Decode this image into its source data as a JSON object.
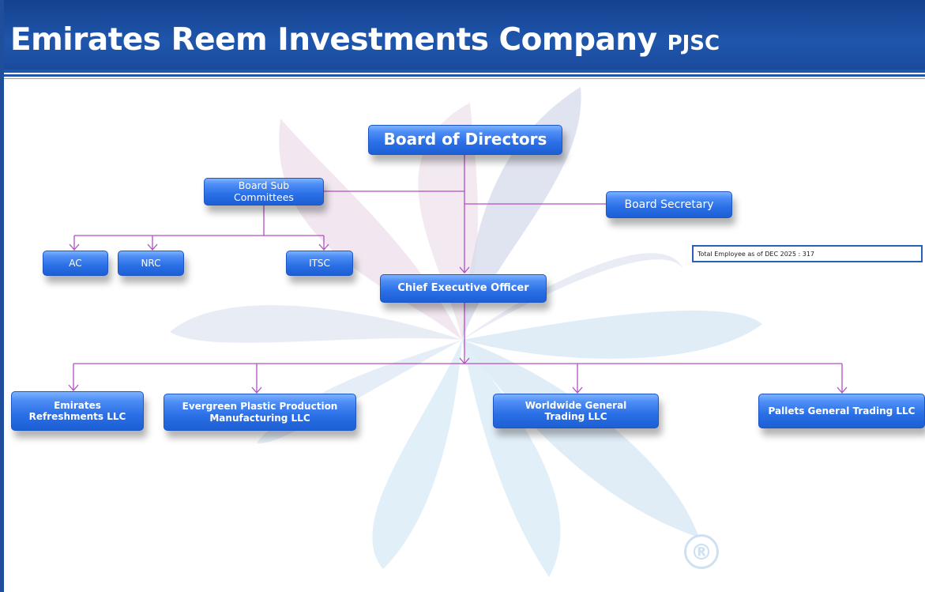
{
  "header": {
    "title_main": "Emirates Reem Investments Company",
    "title_suffix": "PJSC"
  },
  "org": {
    "board": "Board of Directors",
    "sub_committees": "Board Sub Committees",
    "secretary": "Board Secretary",
    "committees": [
      "AC",
      "NRC",
      "ITSC"
    ],
    "ceo": "Chief Executive Officer",
    "subsidiaries": [
      "Emirates Refreshments LLC",
      "Evergreen Plastic Production Manufacturing LLC",
      "Worldwide General Trading LLC",
      "Pallets General Trading LLC"
    ]
  },
  "employee_count": "Total Employee as of DEC 2025 : 317",
  "watermark_mark": "®",
  "colors": {
    "header": "#1f56ac",
    "node": "#2a6fe6",
    "connector": "#b24fc4"
  }
}
